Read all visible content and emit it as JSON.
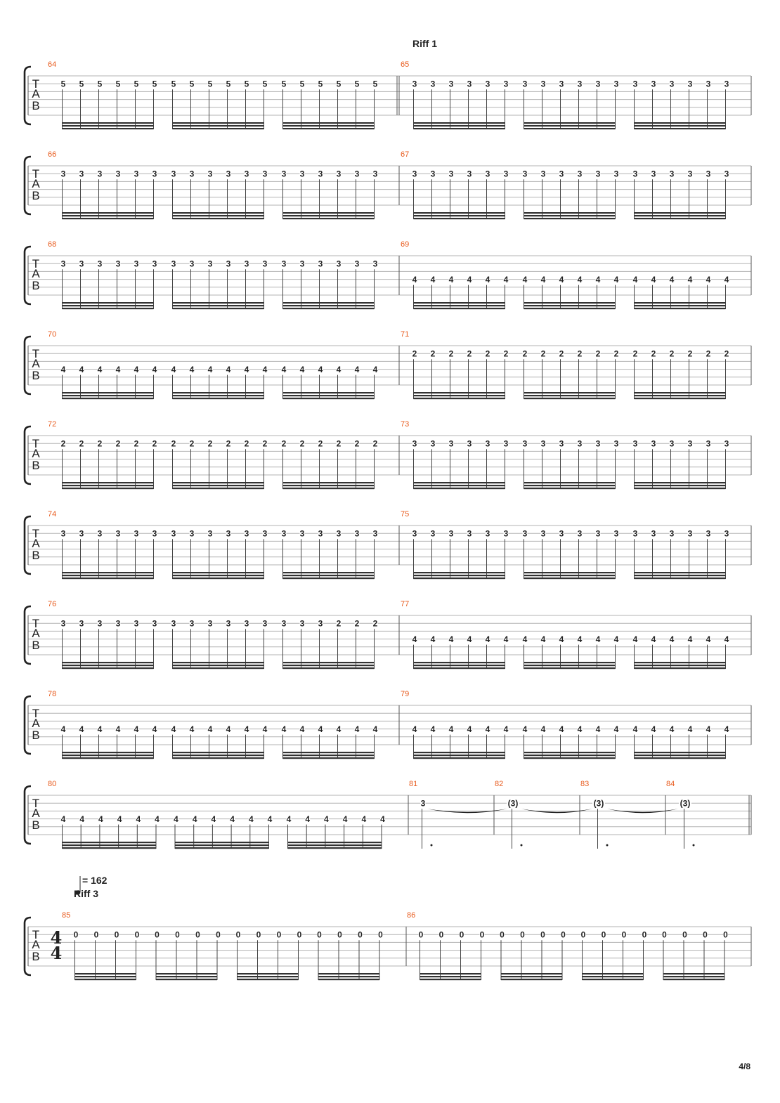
{
  "page_number": "4/8",
  "section_markers": [
    "Riff 1",
    "Riff 3"
  ],
  "tempo": "= 162",
  "tab_clef": [
    "T",
    "A",
    "B"
  ],
  "time_signature": {
    "top": "4",
    "bottom": "4",
    "at_bar": 85
  },
  "systems": [
    {
      "bars": [
        {
          "number": "64",
          "string": 2,
          "notes": [
            "5",
            "5",
            "5",
            "5",
            "5",
            "5",
            "5",
            "5",
            "5",
            "5",
            "5",
            "5",
            "5",
            "5",
            "5",
            "5",
            "5",
            "5"
          ]
        },
        {
          "number": "65",
          "string": 2,
          "notes": [
            "3",
            "3",
            "3",
            "3",
            "3",
            "3",
            "3",
            "3",
            "3",
            "3",
            "3",
            "3",
            "3",
            "3",
            "3",
            "3",
            "3",
            "3"
          ]
        }
      ]
    },
    {
      "bars": [
        {
          "number": "66",
          "string": 2,
          "notes": [
            "3",
            "3",
            "3",
            "3",
            "3",
            "3",
            "3",
            "3",
            "3",
            "3",
            "3",
            "3",
            "3",
            "3",
            "3",
            "3",
            "3",
            "3"
          ]
        },
        {
          "number": "67",
          "string": 2,
          "notes": [
            "3",
            "3",
            "3",
            "3",
            "3",
            "3",
            "3",
            "3",
            "3",
            "3",
            "3",
            "3",
            "3",
            "3",
            "3",
            "3",
            "3",
            "3"
          ]
        }
      ]
    },
    {
      "bars": [
        {
          "number": "68",
          "string": 2,
          "notes": [
            "3",
            "3",
            "3",
            "3",
            "3",
            "3",
            "3",
            "3",
            "3",
            "3",
            "3",
            "3",
            "3",
            "3",
            "3",
            "3",
            "3",
            "3"
          ]
        },
        {
          "number": "69",
          "string": 4,
          "notes": [
            "4",
            "4",
            "4",
            "4",
            "4",
            "4",
            "4",
            "4",
            "4",
            "4",
            "4",
            "4",
            "4",
            "4",
            "4",
            "4",
            "4",
            "4"
          ]
        }
      ]
    },
    {
      "bars": [
        {
          "number": "70",
          "string": 4,
          "notes": [
            "4",
            "4",
            "4",
            "4",
            "4",
            "4",
            "4",
            "4",
            "4",
            "4",
            "4",
            "4",
            "4",
            "4",
            "4",
            "4",
            "4",
            "4"
          ]
        },
        {
          "number": "71",
          "string": 2,
          "notes": [
            "2",
            "2",
            "2",
            "2",
            "2",
            "2",
            "2",
            "2",
            "2",
            "2",
            "2",
            "2",
            "2",
            "2",
            "2",
            "2",
            "2",
            "2"
          ]
        }
      ]
    },
    {
      "bars": [
        {
          "number": "72",
          "string": 2,
          "notes": [
            "2",
            "2",
            "2",
            "2",
            "2",
            "2",
            "2",
            "2",
            "2",
            "2",
            "2",
            "2",
            "2",
            "2",
            "2",
            "2",
            "2",
            "2"
          ]
        },
        {
          "number": "73",
          "string": 2,
          "notes": [
            "3",
            "3",
            "3",
            "3",
            "3",
            "3",
            "3",
            "3",
            "3",
            "3",
            "3",
            "3",
            "3",
            "3",
            "3",
            "3",
            "3",
            "3"
          ]
        }
      ]
    },
    {
      "bars": [
        {
          "number": "74",
          "string": 2,
          "notes": [
            "3",
            "3",
            "3",
            "3",
            "3",
            "3",
            "3",
            "3",
            "3",
            "3",
            "3",
            "3",
            "3",
            "3",
            "3",
            "3",
            "3",
            "3"
          ]
        },
        {
          "number": "75",
          "string": 2,
          "notes": [
            "3",
            "3",
            "3",
            "3",
            "3",
            "3",
            "3",
            "3",
            "3",
            "3",
            "3",
            "3",
            "3",
            "3",
            "3",
            "3",
            "3",
            "3"
          ]
        }
      ]
    },
    {
      "bars": [
        {
          "number": "76",
          "string": 2,
          "notes": [
            "3",
            "3",
            "3",
            "3",
            "3",
            "3",
            "3",
            "3",
            "3",
            "3",
            "3",
            "3",
            "3",
            "3",
            "3",
            "2",
            "2",
            "2"
          ]
        },
        {
          "number": "77",
          "string": 4,
          "notes": [
            "4",
            "4",
            "4",
            "4",
            "4",
            "4",
            "4",
            "4",
            "4",
            "4",
            "4",
            "4",
            "4",
            "4",
            "4",
            "4",
            "4",
            "4"
          ]
        }
      ]
    },
    {
      "bars": [
        {
          "number": "78",
          "string": 4,
          "notes": [
            "4",
            "4",
            "4",
            "4",
            "4",
            "4",
            "4",
            "4",
            "4",
            "4",
            "4",
            "4",
            "4",
            "4",
            "4",
            "4",
            "4",
            "4"
          ]
        },
        {
          "number": "79",
          "string": 4,
          "notes": [
            "4",
            "4",
            "4",
            "4",
            "4",
            "4",
            "4",
            "4",
            "4",
            "4",
            "4",
            "4",
            "4",
            "4",
            "4",
            "4",
            "4",
            "4"
          ]
        }
      ]
    },
    {
      "bars": [
        {
          "number": "80",
          "string": 4,
          "notes": [
            "4",
            "4",
            "4",
            "4",
            "4",
            "4",
            "4",
            "4",
            "4",
            "4",
            "4",
            "4",
            "4",
            "4",
            "4",
            "4",
            "4",
            "4"
          ]
        },
        {
          "number": "81",
          "string": 2,
          "notes": [
            "3"
          ]
        },
        {
          "number": "82",
          "string": 2,
          "notes": [
            "(3)"
          ]
        },
        {
          "number": "83",
          "string": 2,
          "notes": [
            "(3)"
          ]
        },
        {
          "number": "84",
          "string": 2,
          "notes": [
            "(3)"
          ]
        }
      ]
    },
    {
      "bars": [
        {
          "number": "85",
          "string": 2,
          "notes": [
            "0",
            "0",
            "0",
            "0",
            "0",
            "0",
            "0",
            "0",
            "0",
            "0",
            "0",
            "0",
            "0",
            "0",
            "0",
            "0"
          ]
        },
        {
          "number": "86",
          "string": 2,
          "notes": [
            "0",
            "0",
            "0",
            "0",
            "0",
            "0",
            "0",
            "0",
            "0",
            "0",
            "0",
            "0",
            "0",
            "0",
            "0",
            "0"
          ]
        }
      ]
    }
  ]
}
